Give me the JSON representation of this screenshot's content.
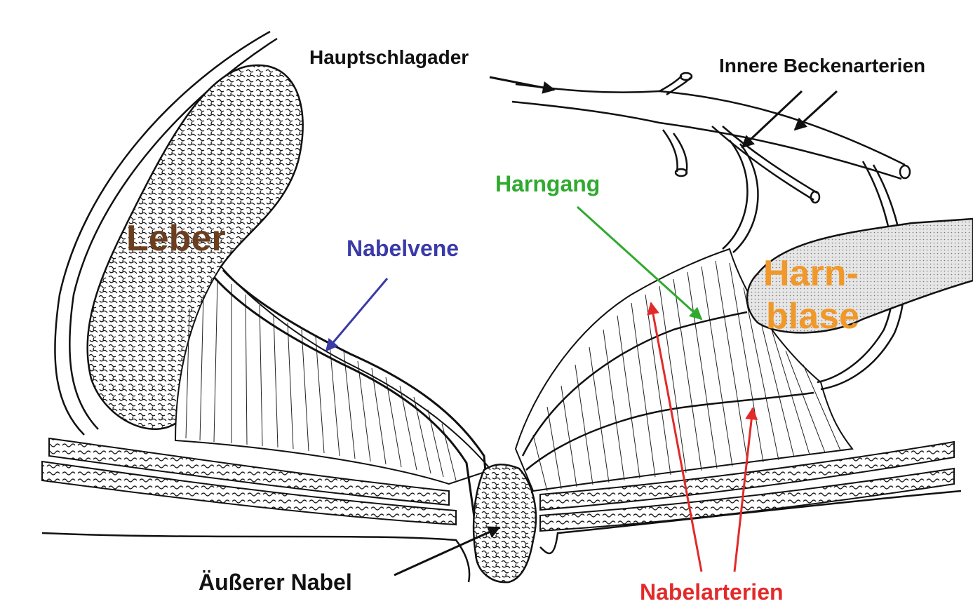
{
  "labels": {
    "hauptschlagader": "Hauptschlagader",
    "innere_beckenarterien": "Innere Beckenarterien",
    "harngang": "Harngang",
    "nabelvene": "Nabelvene",
    "leber": "Leber",
    "harnblase_line1": "Harn-",
    "harnblase_line2": "blase",
    "aeusserer_nabel": "Äußerer Nabel",
    "nabelarterien": "Nabelarterien"
  },
  "colors": {
    "line": "#111111",
    "leber": "#6b3e1f",
    "nabelvene": "#3a3aa8",
    "harngang": "#2faa2f",
    "harnblase": "#f0982a",
    "nabelarterien": "#e22a2a",
    "bladder_fill": "#d9d9d9"
  }
}
